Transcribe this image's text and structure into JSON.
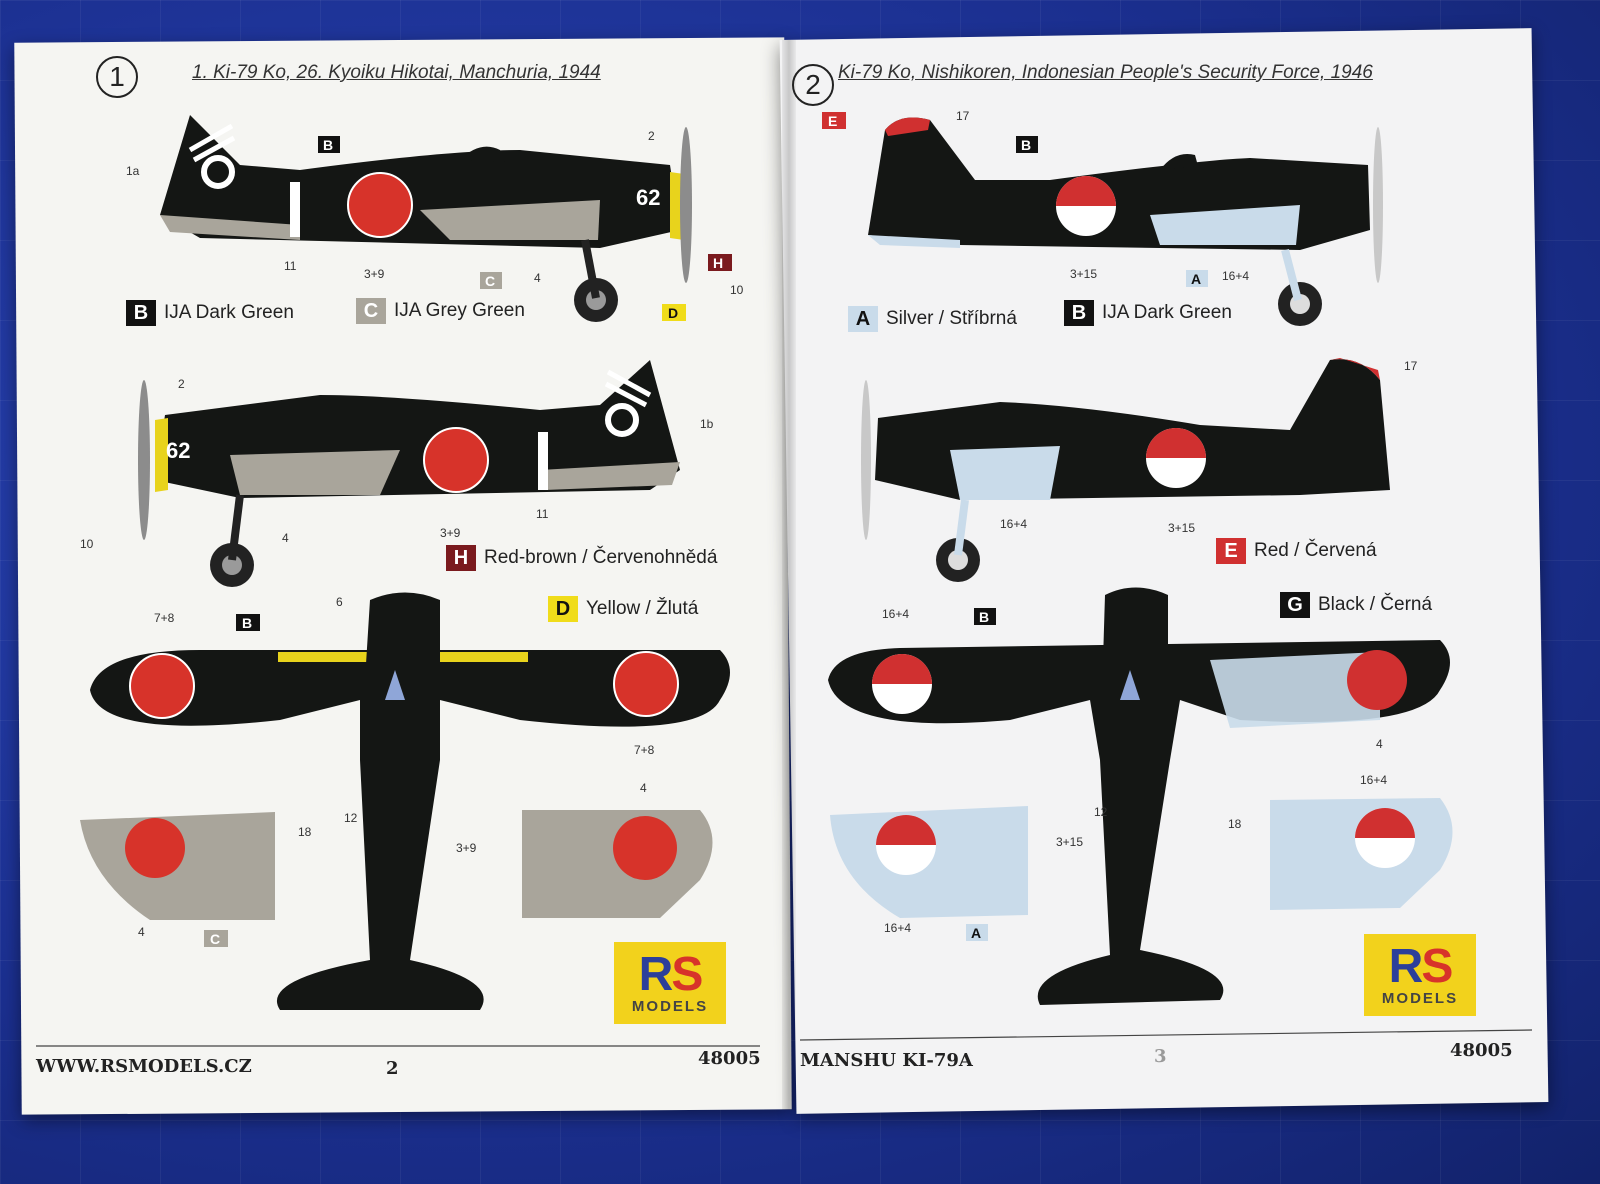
{
  "left_page": {
    "profile_number": "1",
    "title": "1. Ki-79 Ko, 26. Kyoiku Hikotai, Manchuria, 1944",
    "aircraft_code": "62",
    "callouts": [
      "1a",
      "2",
      "11",
      "3+9",
      "4",
      "10",
      "1b",
      "7+8",
      "6",
      "18",
      "12"
    ],
    "legend": [
      {
        "code": "B",
        "label": "IJA Dark Green",
        "chip_color": "#111111",
        "text_color": "#ffffff"
      },
      {
        "code": "C",
        "label": "IJA Grey Green",
        "chip_color": "#a9a59b",
        "text_color": "#ffffff"
      },
      {
        "code": "H",
        "label": "Red-brown / Červenohnědá",
        "chip_color": "#7a1a1e",
        "text_color": "#ffffff"
      },
      {
        "code": "D",
        "label": "Yellow / Žlutá",
        "chip_color": "#f0dc1a",
        "text_color": "#111111"
      }
    ],
    "footer": {
      "website": "WWW.RSMODELS.CZ",
      "page": "2",
      "catalog": "48005"
    }
  },
  "right_page": {
    "profile_number": "2",
    "title": "Ki-79 Ko, Nishikoren, Indonesian People's Security Force, 1946",
    "callouts": [
      "17",
      "3+15",
      "16+4",
      "12",
      "18",
      "4"
    ],
    "legend": [
      {
        "code": "A",
        "label": "Silver / Stříbrná",
        "chip_color": "#c9dbea",
        "text_color": "#111111"
      },
      {
        "code": "B",
        "label": "IJA Dark Green",
        "chip_color": "#111111",
        "text_color": "#ffffff"
      },
      {
        "code": "E",
        "label": "Red / Červená",
        "chip_color": "#d03030",
        "text_color": "#ffffff"
      },
      {
        "code": "G",
        "label": "Black / Černá",
        "chip_color": "#111111",
        "text_color": "#ffffff"
      }
    ],
    "footer": {
      "product": "MANSHU KI-79A",
      "page": "3",
      "catalog": "48005"
    }
  },
  "logo": {
    "rs_r": "R",
    "rs_s": "S",
    "models": "MODELS"
  },
  "colors": {
    "background": "#1b2f8f",
    "paper": "#f5f5f2",
    "hinomaru": "#d7332a",
    "dark_green": "#141614",
    "grey_green": "#a9a59b",
    "silver": "#c9dbea"
  }
}
